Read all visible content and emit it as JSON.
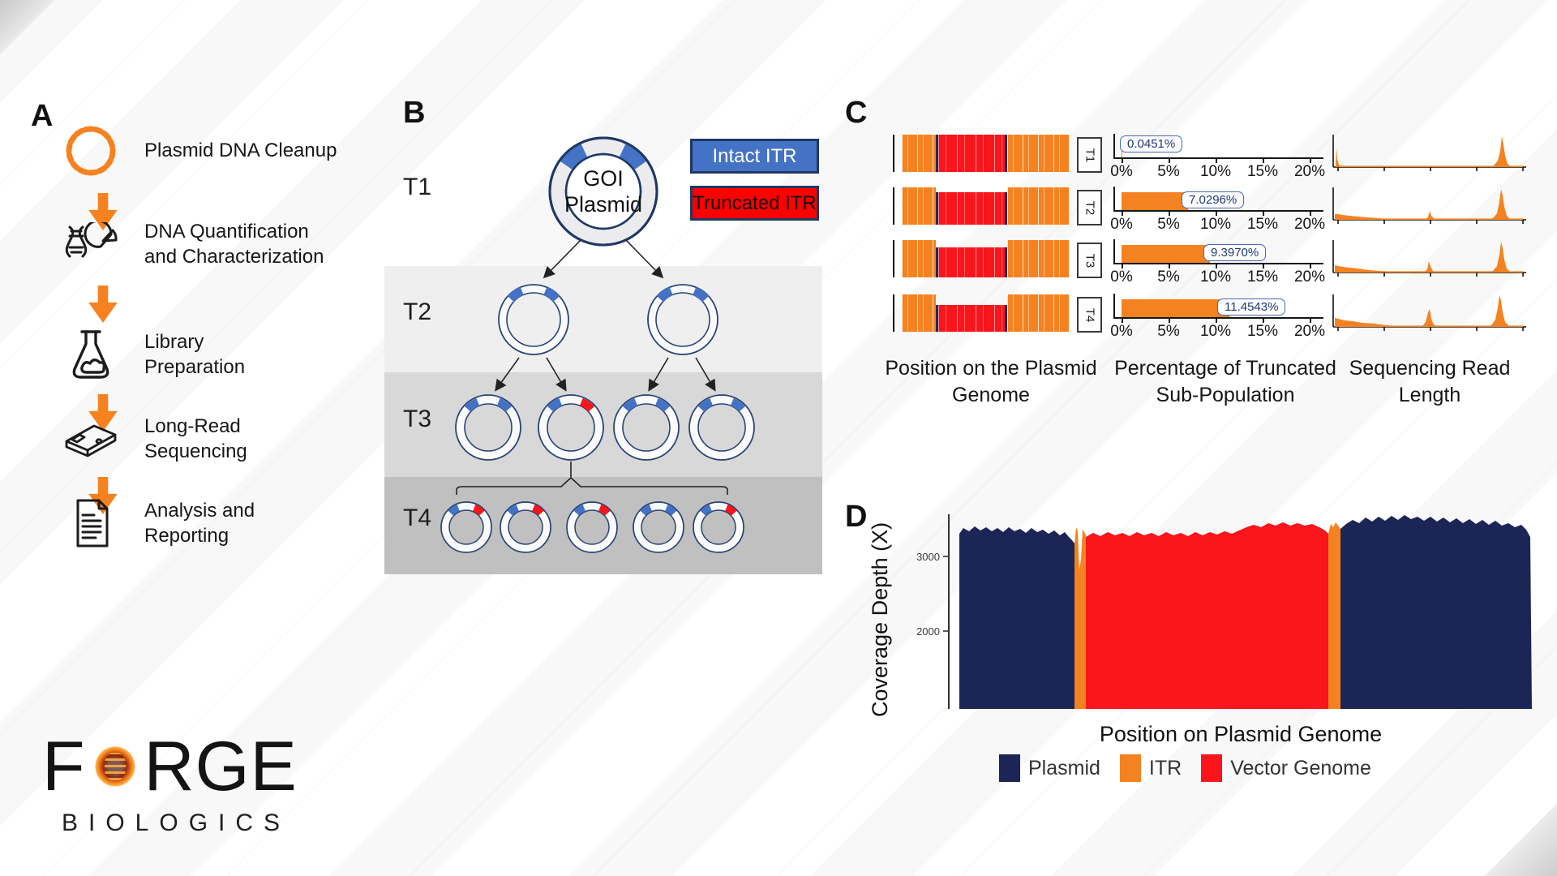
{
  "panelA": {
    "label": "A",
    "steps": [
      {
        "icon": "plasmid-circle-icon",
        "label": "Plasmid DNA Cleanup"
      },
      {
        "icon": "dna-piechart-icon",
        "label": "DNA Quantification and Characterization"
      },
      {
        "icon": "flask-icon",
        "label": "Library Preparation"
      },
      {
        "icon": "sequencer-icon",
        "label": "Long-Read Sequencing"
      },
      {
        "icon": "document-icon",
        "label": "Analysis and Reporting"
      }
    ],
    "arrow_color": "#f5821f"
  },
  "panelB": {
    "label": "B",
    "generations": [
      "T1",
      "T2",
      "T3",
      "T4"
    ],
    "goi_line1": "GOI",
    "goi_line2": "Plasmid",
    "legend": [
      {
        "label": "Intact ITR",
        "fill": "#4472c4",
        "border": "#1f3864",
        "text_color": "#ffffff"
      },
      {
        "label": "Truncated ITR",
        "fill": "#fe0000",
        "border": "#1f3864",
        "text_color": "#101010"
      }
    ],
    "band_colors": [
      "#efefef",
      "#d8d8d8",
      "#c0c0c0"
    ]
  },
  "panelC": {
    "label": "C",
    "rows": [
      {
        "id": "T1",
        "truncated_pct_label": "0.0451%"
      },
      {
        "id": "T2",
        "truncated_pct_label": "7.0296%"
      },
      {
        "id": "T3",
        "truncated_pct_label": "9.3970%"
      },
      {
        "id": "T4",
        "truncated_pct_label": "11.4543%"
      }
    ],
    "bar_axis_ticks": [
      "0%",
      "5%",
      "10%",
      "15%",
      "20%"
    ],
    "col_labels": [
      "Position on the Plasmid Genome",
      "Percentage of Truncated Sub-Population",
      "Sequencing Read Length"
    ]
  },
  "panelD": {
    "label": "D",
    "ylabel": "Coverage Depth (X)",
    "yticks": [
      "3000",
      "2000"
    ],
    "xlabel": "Position on Plasmid Genome",
    "legend": [
      {
        "label": "Plasmid",
        "color": "#1b2556"
      },
      {
        "label": "ITR",
        "color": "#f58220"
      },
      {
        "label": "Vector Genome",
        "color": "#f8151b"
      }
    ]
  },
  "logo": {
    "wordmark_prefix": "F",
    "wordmark_suffix": "RGE",
    "wordmark": "FORGE",
    "subtitle": "BIOLOGICS"
  },
  "chart_data": [
    {
      "type": "bar",
      "title": "Percentage of Truncated Sub-Population",
      "orientation": "horizontal",
      "categories": [
        "T1",
        "T2",
        "T3",
        "T4"
      ],
      "values": [
        0.0451,
        7.0296,
        9.397,
        11.4543
      ],
      "value_labels": [
        "0.0451%",
        "7.0296%",
        "9.3970%",
        "11.4543%"
      ],
      "xlabel": "",
      "ylabel": "",
      "xlim": [
        0,
        22
      ],
      "tick_labels": [
        "0%",
        "5%",
        "10%",
        "15%",
        "20%"
      ],
      "bar_color": "#f58220"
    },
    {
      "type": "area",
      "title": "Position on the Plasmid Genome",
      "rows": [
        "T1",
        "T2",
        "T3",
        "T4"
      ],
      "segments_order": [
        "plasmid-flank-orange",
        "vector-genome-red",
        "plasmid-flank-orange"
      ],
      "segment_fractions": [
        0.21,
        0.41,
        0.38
      ],
      "relative_red_depth": [
        1.0,
        0.86,
        0.8,
        0.72
      ],
      "colors": {
        "flank": "#f58220",
        "vector": "#f8151b",
        "boundary": "#1f2a5a"
      }
    },
    {
      "type": "area",
      "title": "Sequencing Read Length",
      "rows": [
        "T1",
        "T2",
        "T3",
        "T4"
      ],
      "description": "Read-length distributions: T1 shows a small short-read spike and a dominant full-length peak near the right; T2-T4 additionally show a broad short-read hump and a growing mid-length truncation peak.",
      "color": "#f58220"
    },
    {
      "type": "area",
      "title": "Coverage Depth (X) vs Position on Plasmid Genome",
      "ylabel": "Coverage Depth (X)",
      "yticks": [
        3000,
        2000
      ],
      "xlabel": "Position on Plasmid Genome",
      "approx_depth": 3400,
      "segments": [
        {
          "name": "Plasmid",
          "color": "#1b2556",
          "x_fraction": [
            0.0,
            0.2
          ]
        },
        {
          "name": "ITR",
          "color": "#f58220",
          "x_fraction": [
            0.2,
            0.22
          ]
        },
        {
          "name": "Vector Genome",
          "color": "#f8151b",
          "x_fraction": [
            0.22,
            0.645
          ]
        },
        {
          "name": "ITR",
          "color": "#f58220",
          "x_fraction": [
            0.645,
            0.665
          ]
        },
        {
          "name": "Plasmid",
          "color": "#1b2556",
          "x_fraction": [
            0.665,
            1.0
          ]
        }
      ]
    }
  ]
}
